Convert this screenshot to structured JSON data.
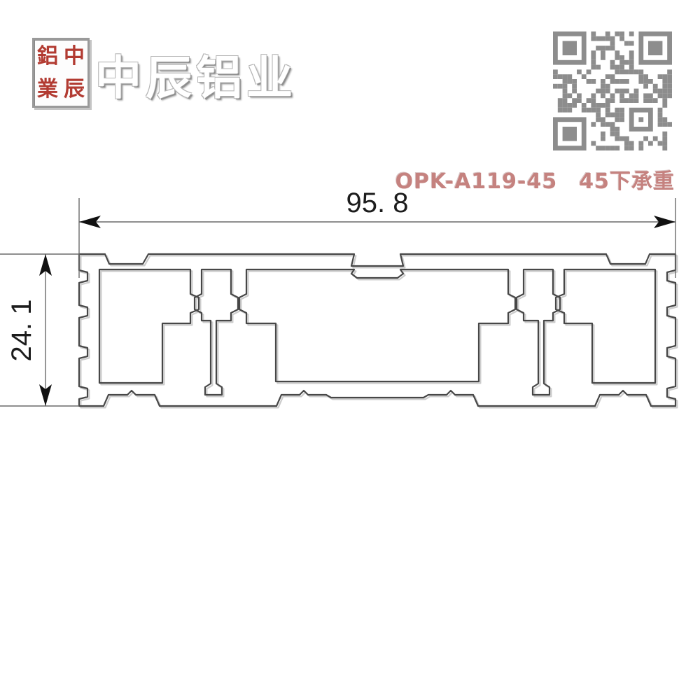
{
  "header": {
    "seal": {
      "chars": [
        "鋁",
        "中",
        "業",
        "辰"
      ]
    },
    "brand_name": "中辰铝业",
    "product_code": "OPK-A119-45　45下承重"
  },
  "drawing": {
    "width_label": "95. 8",
    "height_label": "24. 1"
  },
  "colors": {
    "profile_line": "#474747",
    "profile_shadow": "#cccccc",
    "dimension_line": "#6a6a6a",
    "arrow_fill": "#111111",
    "seal_red": "#b23b32",
    "code_pink": "#c5827f",
    "qr_gray": "#8d8d8d",
    "brand_white": "#ffffff"
  }
}
